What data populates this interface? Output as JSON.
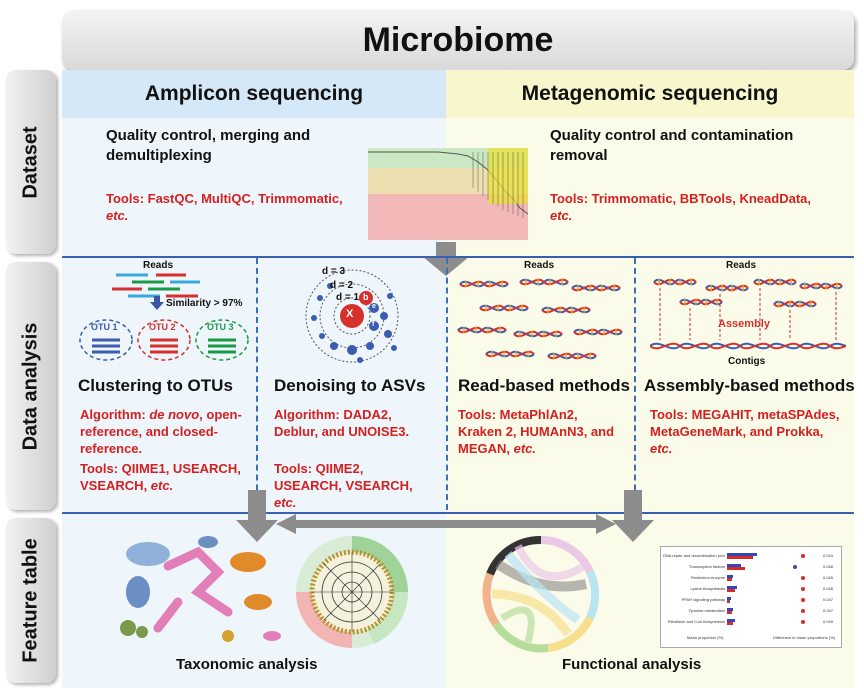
{
  "title": "Microbiome",
  "sidebar": {
    "dataset": "Dataset",
    "analysis": "Data analysis",
    "feature": "Feature table"
  },
  "headers": {
    "amplicon": "Amplicon sequencing",
    "metagenomic": "Metagenomic sequencing"
  },
  "dataset": {
    "amplicon_desc": "Quality control, merging and demultiplexing",
    "amplicon_tools": "Tools: FastQC, MultiQC, Trimmomatic,",
    "amplicon_tools_etc": "etc.",
    "meta_desc": "Quality control and contamination removal",
    "meta_tools": "Tools: Trimmomatic, BBTools, KneadData,",
    "meta_tools_etc": "etc."
  },
  "clustering": {
    "reads": "Reads",
    "similarity": "Similarity > 97%",
    "otu1": "OTU 1",
    "otu2": "OTU 2",
    "otu3": "OTU 3",
    "title": "Clustering to OTUs",
    "algo_prefix": "Algorithm: ",
    "algo_italic": "de novo",
    "algo_rest": ", open-reference, and closed-reference.",
    "tools": "Tools: QIIME1, USEARCH, VSEARCH, ",
    "tools_etc": "etc."
  },
  "denoising": {
    "d3": "d = 3",
    "d2": "d = 2",
    "d1": "d = 1",
    "center": "X",
    "b": "b",
    "e": "e",
    "f": "f",
    "title": "Denoising to ASVs",
    "algo": "Algorithm: DADA2, Deblur, and UNOISE3.",
    "tools": "Tools: QIIME2, USEARCH, VSEARCH, ",
    "tools_etc": "etc."
  },
  "readbased": {
    "reads": "Reads",
    "title": "Read-based methods",
    "tools": "Tools: MetaPhlAn2, Kraken 2, HUMAnN3, and MEGAN, ",
    "tools_etc": "etc."
  },
  "assembly": {
    "reads": "Reads",
    "assembly_label": "Assembly",
    "contigs": "Contigs",
    "title": "Assembly-based methods",
    "tools": "Tools: MEGAHIT, metaSPAdes, MetaGeneMark, and Prokka, ",
    "tools_etc": "etc."
  },
  "feature": {
    "taxonomic": "Taxonomic analysis",
    "functional": "Functional analysis"
  },
  "mini_chart": {
    "rows": [
      {
        "label": "DNA repair and recombination proteins",
        "p": "0.043"
      },
      {
        "label": "Transcription factors",
        "p": "0.048"
      },
      {
        "label": "Restriction enzyme",
        "p": "0.045"
      },
      {
        "label": "Lysine biosynthesis",
        "p": "0.048"
      },
      {
        "label": "PPAR signaling pathway",
        "p": "0.047"
      },
      {
        "label": "Tyrosine metabolism",
        "p": "0.047"
      },
      {
        "label": "Riboflavin and CoA biosynthesis",
        "p": "0.049"
      }
    ],
    "xlabel_left": "Mean proportion (%)",
    "xlabel_right": "Difference in mean proportions (%)",
    "colors": {
      "blue": "#3547b5",
      "red": "#d62c2c"
    }
  },
  "colors": {
    "red_text": "#d42020",
    "blue_line": "#3a5fb0",
    "left_bg": "#eef5fb",
    "right_bg": "#fbfbe9"
  }
}
